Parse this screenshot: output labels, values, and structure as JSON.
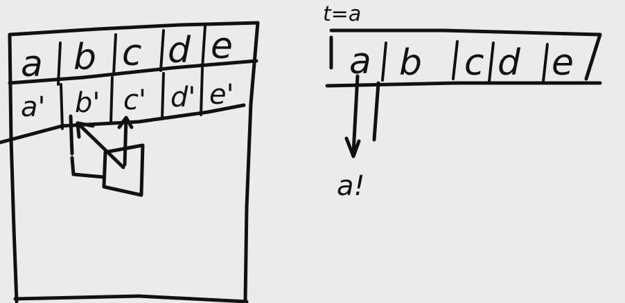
{
  "left_diagram": {
    "row1": [
      "a",
      "b",
      "c",
      "d",
      "e"
    ],
    "row2": [
      "a'",
      "b'",
      "c'",
      "d'",
      "e'"
    ]
  },
  "right_diagram": {
    "label": "t=a",
    "cells": [
      "a",
      "b",
      "c",
      "d",
      "e"
    ],
    "result": "a!"
  },
  "colors": {
    "background": "#ebebeb",
    "ink": "#111111"
  }
}
